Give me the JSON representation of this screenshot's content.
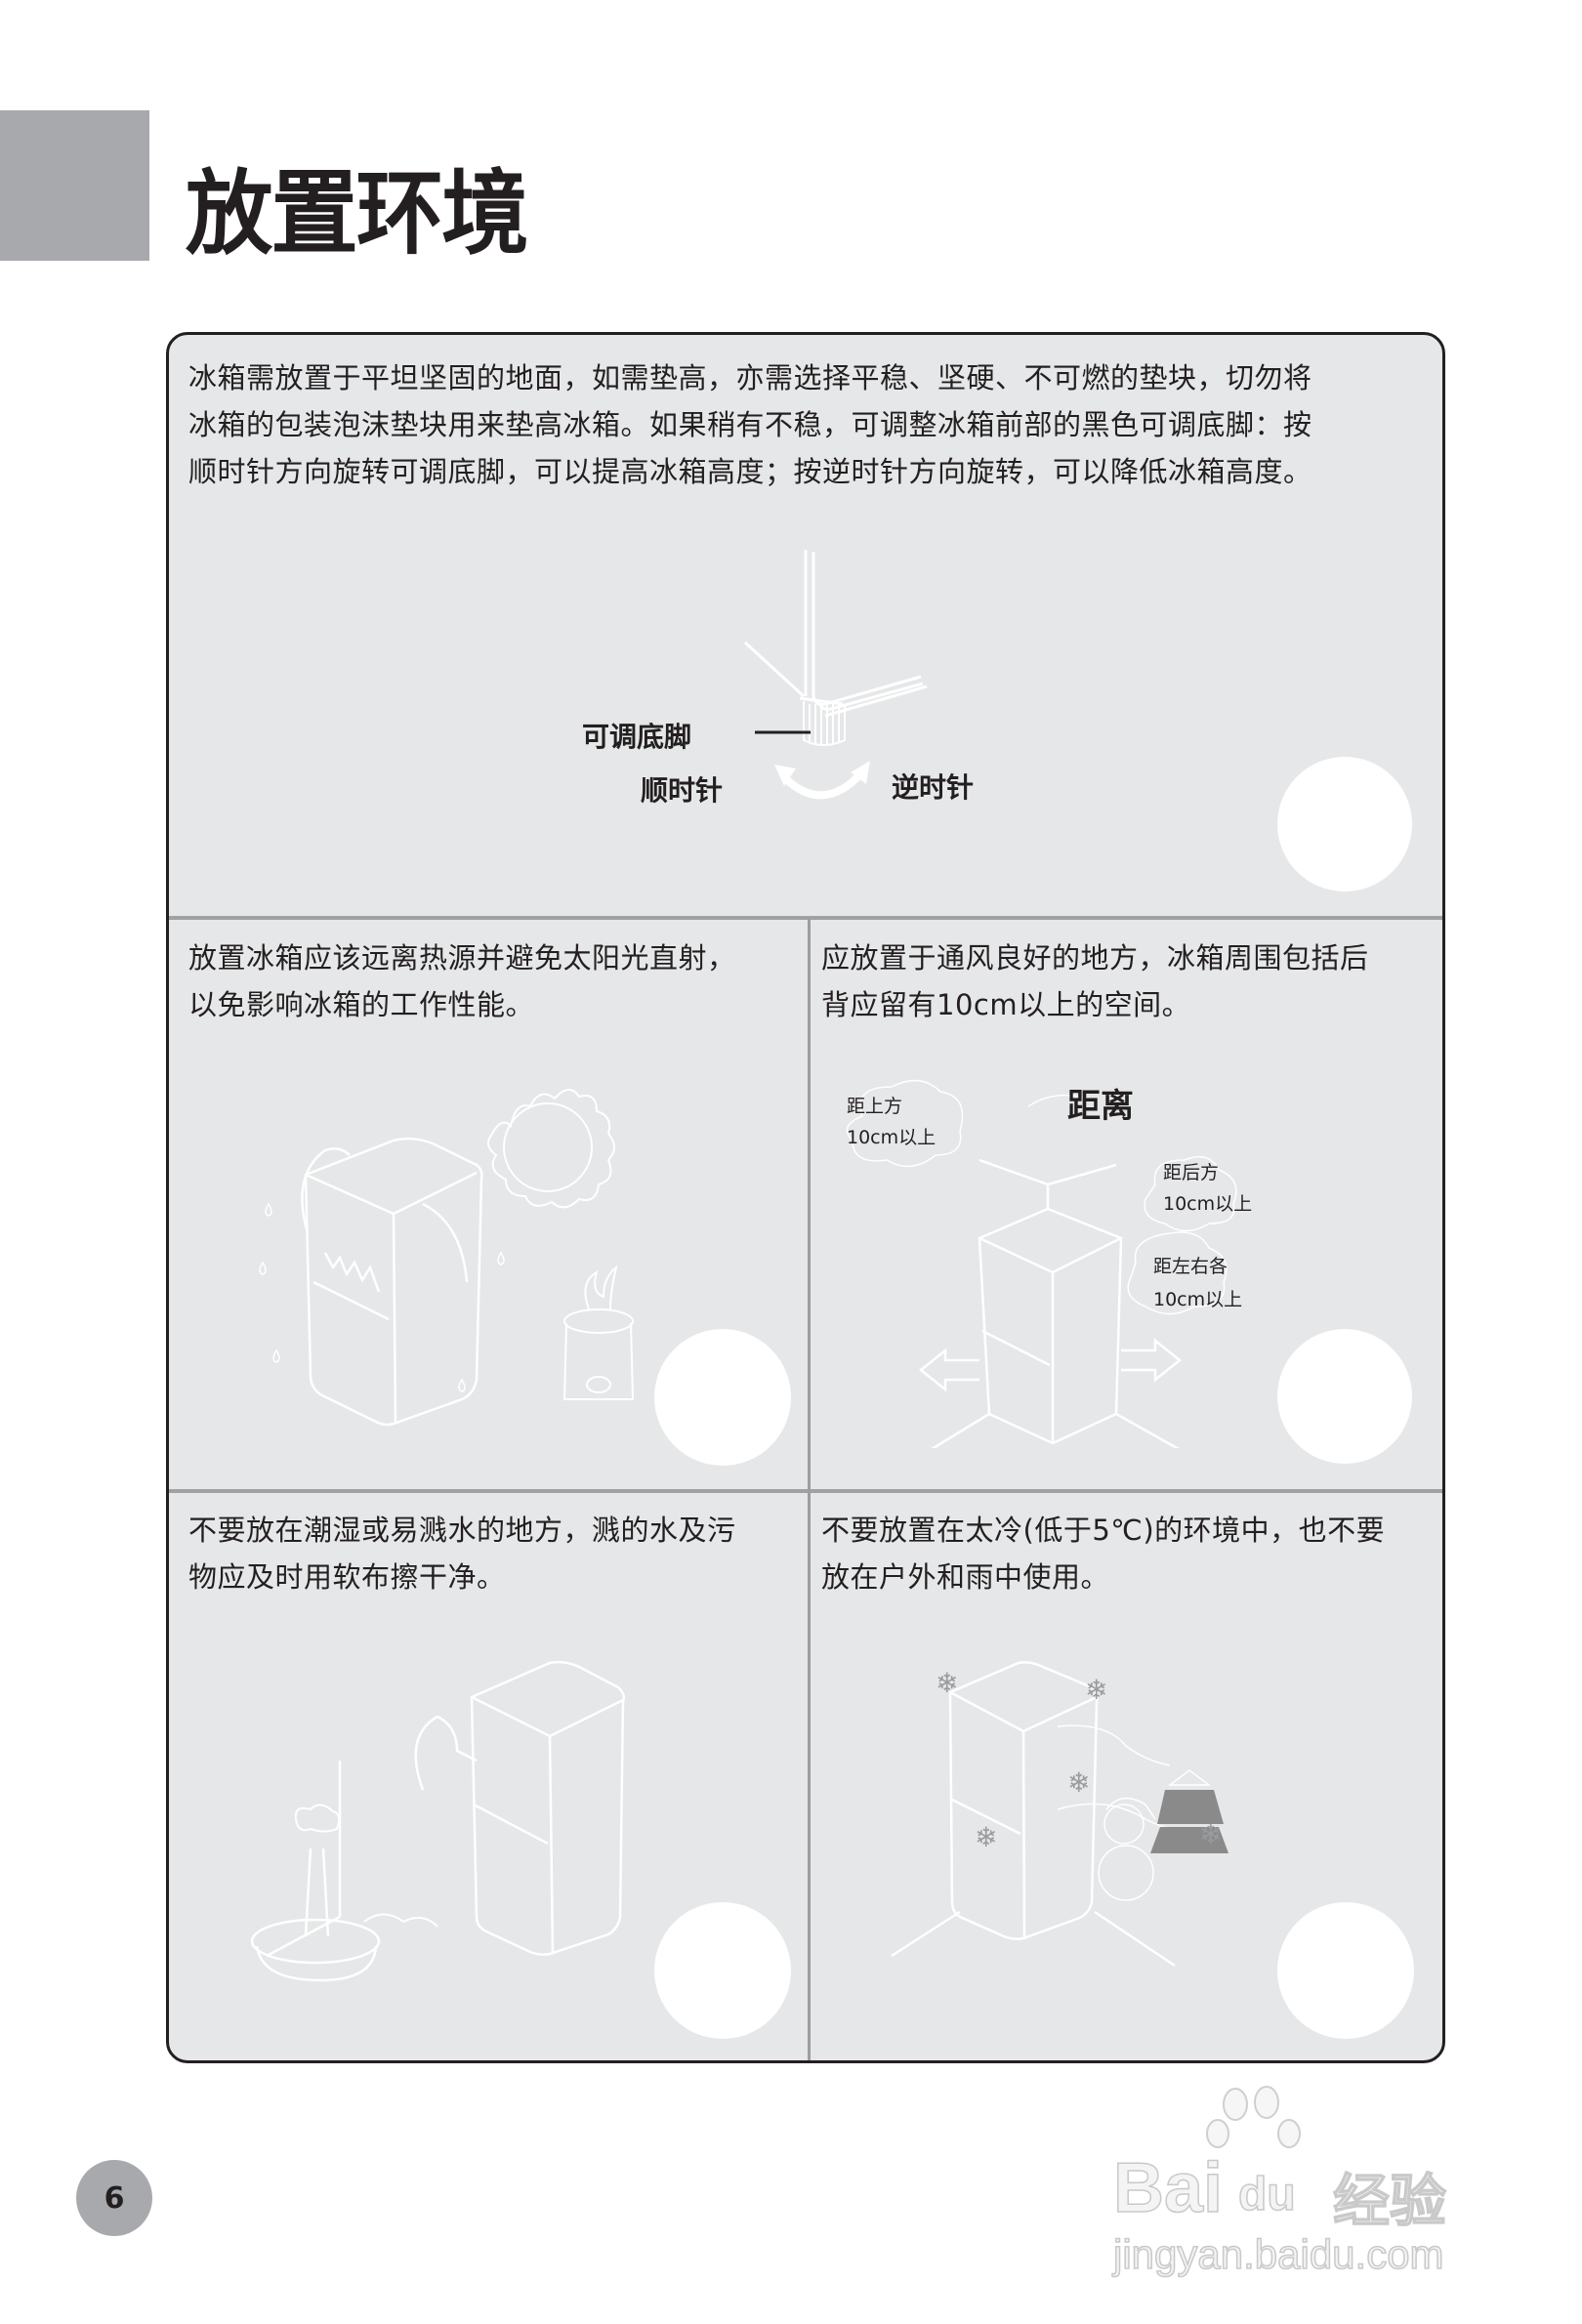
{
  "page": {
    "title": "放置环境",
    "page_number": "6"
  },
  "section_top": {
    "text_lines": [
      "冰箱需放置于平坦坚固的地面，如需垫高，亦需选择平稳、坚硬、不可燃的垫块，切勿将",
      "冰箱的包装泡沫垫块用来垫高冰箱。如果稍有不稳，可调整冰箱前部的黑色可调底脚：按",
      "顺时针方向旋转可调底脚，可以提高冰箱高度；按逆时针方向旋转，可以降低冰箱高度。"
    ],
    "labels": {
      "foot": "可调底脚",
      "clockwise": "顺时针",
      "counterclockwise": "逆时针"
    }
  },
  "section_heat": {
    "text_lines": [
      "放置冰箱应该远离热源并避免太阳光直射，",
      "以免影响冰箱的工作性能。"
    ]
  },
  "section_ventilation": {
    "text_lines": [
      "应放置于通风良好的地方，冰箱周围包括后",
      "背应留有10cm以上的空间。"
    ],
    "labels": {
      "heading": "距离",
      "top_1": "距上方",
      "top_2": "10cm以上",
      "back_1": "距后方",
      "back_2": "10cm以上",
      "sides_1": "距左右各",
      "sides_2": "10cm以上"
    }
  },
  "section_moisture": {
    "text_lines": [
      "不要放在潮湿或易溅水的地方，溅的水及污",
      "物应及时用软布擦干净。"
    ]
  },
  "section_cold": {
    "text_lines": [
      "不要放置在太冷(低于5℃)的环境中，也不要",
      "放在户外和雨中使用。"
    ]
  },
  "watermark": {
    "brand_1": "Bai",
    "brand_2": "du",
    "brand_3": "经验",
    "url": "jingyan.baidu.com"
  },
  "colors": {
    "panel_bg": "#e6e7e8",
    "tab_gray": "#a8a9ac",
    "divider": "#a0a1a3",
    "text": "#231f20",
    "line_art": "#ffffff"
  }
}
